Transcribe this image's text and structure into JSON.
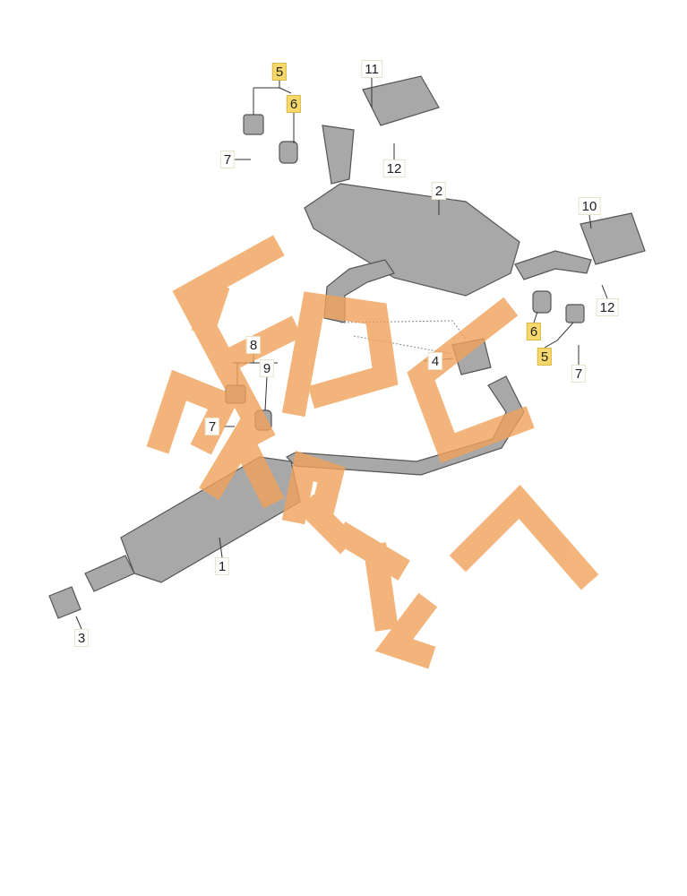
{
  "diagram": {
    "labels": [
      {
        "id": "5",
        "highlighted": true
      },
      {
        "id": "6",
        "highlighted": true
      },
      {
        "id": "7",
        "highlighted": false
      },
      {
        "id": "11",
        "highlighted": false
      },
      {
        "id": "12",
        "highlighted": false
      },
      {
        "id": "2",
        "highlighted": false
      },
      {
        "id": "10",
        "highlighted": false
      },
      {
        "id": "12",
        "highlighted": false
      },
      {
        "id": "6",
        "highlighted": true
      },
      {
        "id": "5",
        "highlighted": true
      },
      {
        "id": "7",
        "highlighted": false
      },
      {
        "id": "4",
        "highlighted": false
      },
      {
        "id": "8",
        "highlighted": false
      },
      {
        "id": "9",
        "highlighted": false
      },
      {
        "id": "7",
        "highlighted": false
      },
      {
        "id": "1",
        "highlighted": false
      },
      {
        "id": "3",
        "highlighted": false
      }
    ],
    "highlight_color": "#f6d96a",
    "part_color": "#9a9a9a"
  },
  "watermark": {
    "text": "EPC PARTS",
    "color": "#f0a25a"
  }
}
